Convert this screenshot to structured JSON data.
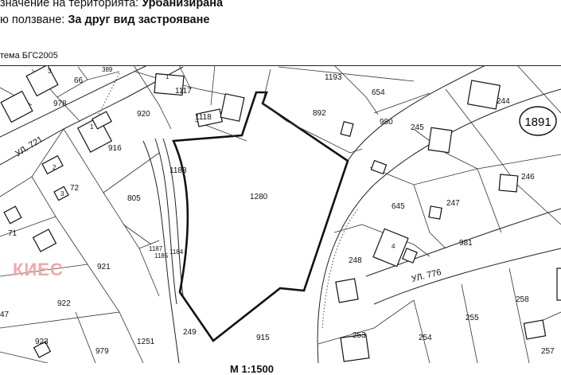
{
  "header": {
    "line1_label": "значение на територията: ",
    "line1_value": "Урбанизирана",
    "line2_label": "ю ползване: ",
    "line2_value": "За друг вид застрояване",
    "system_label": "тема БГС2005"
  },
  "map": {
    "watermark": "КИЕС",
    "scale": "М 1:1500",
    "sheet_number": "1891",
    "streets": [
      "УЛ. 721",
      "УЛ. 776"
    ],
    "highlighted_parcel": "1280",
    "parcels": [
      "3",
      "66",
      "978",
      "389",
      "920",
      "1117",
      "1",
      "1118",
      "1193",
      "654",
      "892",
      "980",
      "245",
      "244",
      "2",
      "1",
      "916",
      "1183",
      "805",
      "72",
      "71",
      "3",
      "4",
      "246",
      "645",
      "247",
      "981",
      "921",
      "1187",
      "1185",
      "1184",
      "248",
      "922",
      "47",
      "923",
      "979",
      "1251",
      "249",
      "915",
      "253",
      "254",
      "255",
      "258",
      "257"
    ]
  }
}
